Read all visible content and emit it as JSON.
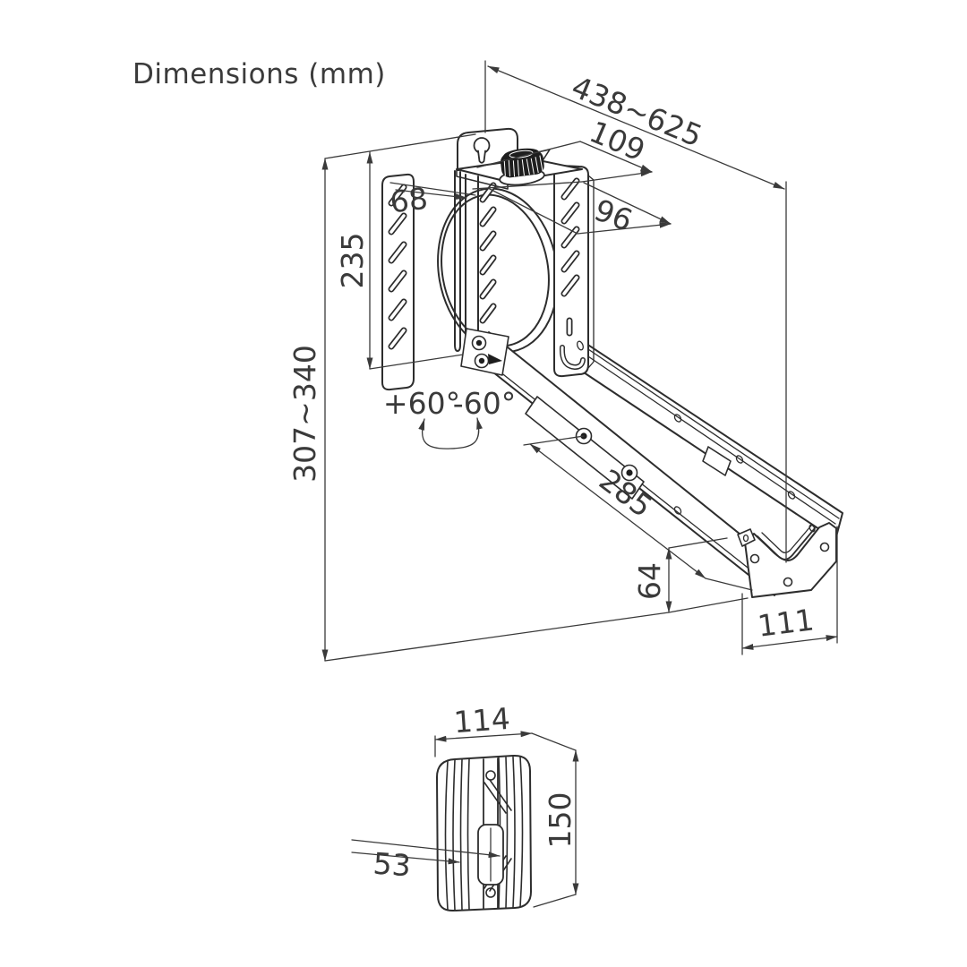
{
  "title": "Dimensions (mm)",
  "colors": {
    "line": "#2d2d2d",
    "dim_line": "#3a3a3a",
    "text": "#3a3a3a",
    "background": "#ffffff",
    "knob_fill": "#1e1e1e"
  },
  "main_view": {
    "name": "wall-mount-bracket-isometric-view",
    "dims": {
      "extension_range": "438~625",
      "plate_depth": "109",
      "hole_spacing": "96",
      "wall_plate_width": "68",
      "bracket_height": "235",
      "overall_height": "307~340",
      "rail_span": "285",
      "hook_height": "64",
      "hook_depth": "111",
      "tilt_positive": "+60°",
      "tilt_negative": "-60°"
    }
  },
  "side_view": {
    "name": "bracket-side-profile-view",
    "dims": {
      "width": "114",
      "height": "150",
      "channel_depth": "53"
    }
  }
}
